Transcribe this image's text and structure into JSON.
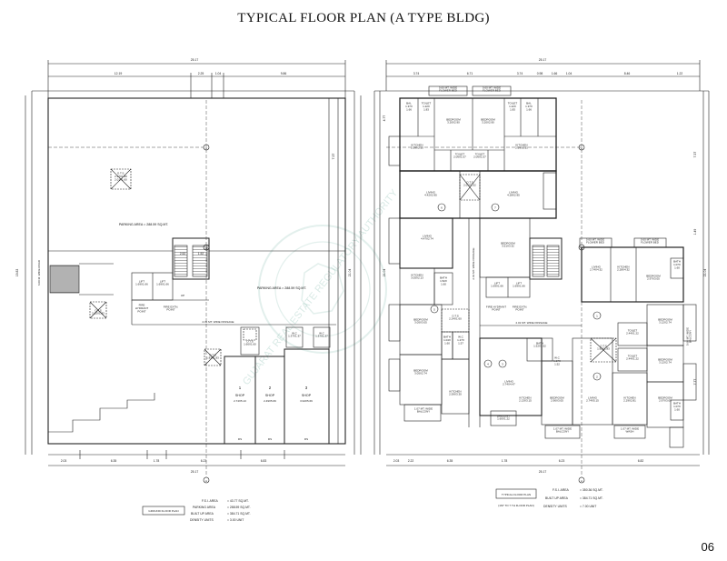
{
  "page": {
    "title": "TYPICAL FLOOR PLAN (A TYPE BLDG)",
    "page_number": "06",
    "watermark": "GUJARAT REAL ESTATE REGULATORY AUTHORITY"
  },
  "ground_plan": {
    "overall_width": "25.17",
    "top_dims": [
      "12.19",
      "2.25",
      "1.04",
      "9.86"
    ],
    "bottom_dims": [
      "2.03",
      "6.35",
      "1.78",
      "6.23",
      "6.83"
    ],
    "bottom_total": "25.17",
    "side_dim_left": "19.83",
    "side_dim_right": "21.04",
    "side_dim_top": "7.37",
    "road_label": "6.00 M. WIDE ROAD",
    "parking_left": "PARKING AREA = 288.59 SQ.MT.",
    "parking_right": "PARKING AREA = 288.59 SQ.MT.",
    "ots_left": "O.T.S.\n2.97X1.80\n2.01X1.60",
    "ots_lower": "O.T.S\n2.62X1.83",
    "ots_mid": "O.T.S\n1.83X1.83",
    "ots_right": "O.T.S\n1.60X1.60",
    "lifts": [
      "LIFT\n1.69X1.66",
      "LIFT\n1.69X1.66"
    ],
    "fire_hydrant": "FIRE\nHYDRANT\nPOINT",
    "fire_extn": "FIRE EXTN.\nPOINT",
    "passage": "2.01 MT. WIDE PASSAGE",
    "wc_1": "W.C\n1.37X1.37",
    "wc_2": "W.C\n1.37X1.37",
    "stair_dims": [
      "2.52",
      "1.52"
    ],
    "shops": [
      {
        "num": "1",
        "label": "SHOP",
        "size": "2.74X5.13"
      },
      {
        "num": "2",
        "label": "SHOP",
        "size": "2.49X5.69"
      },
      {
        "num": "3",
        "label": "SHOP",
        "size": "3.94X5.69"
      }
    ],
    "rs": "RS",
    "up": "UP",
    "north": "A",
    "stats": [
      {
        "k": "F.S.I. AREA",
        "v": "= 43.77 SQ.MT."
      },
      {
        "k": "PARKING AREA",
        "v": "= 288.59 SQ.MT."
      },
      {
        "k": "BUILT UP AREA",
        "v": "= 384.71 SQ.MT."
      },
      {
        "k": "DENSITY UNITS",
        "v": "= 3.00 UNIT"
      }
    ],
    "caption": "GROUND FLOOR PLAN"
  },
  "typical_plan": {
    "overall_width": "25.17",
    "top_dims": [
      "3.74",
      "6.71",
      "3.74",
      "0.98",
      "1.66",
      "1.04",
      "8.46",
      "1.22"
    ],
    "bottom_dims": [
      "2.03",
      "2.22",
      "6.35",
      "1.78",
      "6.23",
      "6.82"
    ],
    "bottom_total": "25.17",
    "side_dims_left": [
      "4.77",
      "21.04"
    ],
    "side_dims_right": [
      "7.37",
      "1.49",
      "21.04",
      "7.77"
    ],
    "flower_beds": [
      "0.60 MT. WIDE\nFLOWER BED",
      "0.60 MT. WIDE\nFLOWER BED",
      "0.60 MT. WIDE\nFLOWER BED",
      "0.60 MT. WIDE\nFLOWER BED"
    ],
    "rooms": {
      "bal_1": "BAL\n1.37X\n1.66",
      "toilet_1": "TOILET\n1.22X\n1.83",
      "bedroom_1": "BEDROOM\n3.20X2.90",
      "bedroom_2": "BEDROOM\n3.20X2.90",
      "toilet_2": "TOILET\n1.22X\n1.83",
      "bal_2": "BAL\n1.37X\n1.66",
      "kitchen_1": "KITCHEN\n2.59X2.13",
      "toilet_3": "TOILET\n2.06X1.07",
      "toilet_4": "TOILET\n2.06X1.07",
      "kitchen_2": "KITCHEN\n2.59X2.13",
      "ots_1": "O.T.S\n2.01X1.52",
      "living_1": "LIVING\n4.42X2.95",
      "living_2": "LIVING\n4.28X2.95",
      "living_3": "LIVING\n4.47X2.74",
      "bedroom_3": "BEDROOM\n3.51X3.32",
      "kitchen_3": "KITCHEN\n3.05X2.13",
      "bath_1": "BATH\n1.52X\n1.60",
      "lift_1": "LIFT\n1.69X1.66",
      "lift_2": "LIFT\n1.69X1.66",
      "fire_hydrant": "FIRE HYDRANT\nPOINT",
      "fire_extn": "FIRE EXTN.\nPOINT",
      "passage_h": "2.01 MT. WIDE PASSAGE",
      "passage_v": "2.01 MT. WIDE PASSAGE",
      "ots_2": "O.T.S\n2.24X1.60",
      "bedroom_4": "BEDROOM\n3.05X3.05",
      "bath_2": "BATH\n1.04X\n1.60",
      "wc_1": "W.C\n1.27X\n1.57",
      "bedroom_5": "BEDROOM\n3.05X2.74",
      "kitchen_4": "KITCHEN\n2.59X3.30",
      "living_4": "LIVING\n2.74X4.47",
      "bath_3": "BATH\n1.52X1.52",
      "wc_2": "W.C\n1.27X\n1.52",
      "kitchen_5": "KITCHEN\n2.13X3.15",
      "bedroom_6": "BEDROOM\n2.90X3.05",
      "living_5": "LIVING\n2.74X5.15",
      "kitchen_6": "KITCHEN\n2.29X2.81",
      "bedroom_7": "BEDROOM\n2.97X3.05",
      "balcony_1": "BALCONY\n1.60X1.22",
      "balcony_2": "1.07 MT. WIDE\nBALCONY",
      "balcony_3": "1.07 MT. WIDE\nBALCONY",
      "wash": "1.07 MT. WIDE\nWASH",
      "living_6": "LIVING\n2.74X4.32",
      "kitchen_7": "KITCHEN\n2.28X4.32",
      "bedroom_8": "BEDROOM\n2.97X3.05",
      "bath_4": "BATH\n1.07X\n1.60",
      "bedroom_9": "BEDROOM\n3.12X2.74",
      "toilet_5": "TOILET\n2.44X1.22",
      "toilet_6": "TOILET\n2.44X1.22",
      "bedroom_10": "BEDROOM\n3.12X2.74",
      "ots_3": "O.T.S\n1.82X1.83",
      "bath_5": "BATH\n1.07X\n1.60",
      "balcony_side": "0.60 MT. WIDE\nBALCONY"
    },
    "unit_numbers": [
      "6",
      "7",
      "5",
      "4",
      "3",
      "1",
      "2"
    ],
    "stats": [
      {
        "k": "F.S.I. AREA",
        "v": "= 350.36 SQ.MT."
      },
      {
        "k": "BUILT UP AREA",
        "v": "= 384.71 SQ.MT."
      },
      {
        "k": "DENSITY UNITS",
        "v": "= 7.00 UNIT"
      }
    ],
    "caption": "TYPICAL FLOOR PLAN",
    "caption_sub": "(1ST TO 7 TH FLOOR PLAN)"
  }
}
